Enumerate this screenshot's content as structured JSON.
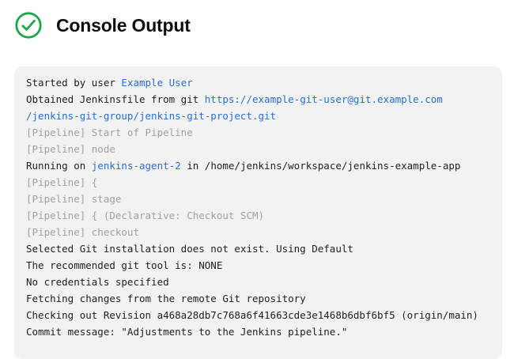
{
  "header": {
    "title": "Console Output",
    "status_icon": "success-check-icon"
  },
  "colors": {
    "success_green": "#1ea64b",
    "link_blue": "#2a6fd1",
    "muted_gray": "#9fa0a3",
    "text_dark": "#1f1f1f",
    "panel_bg": "#f2f2f2"
  },
  "console": {
    "lines": [
      [
        {
          "text": "Started by user ",
          "style": "plain"
        },
        {
          "text": "Example User",
          "style": "link"
        }
      ],
      [
        {
          "text": "Obtained Jenkinsfile from git ",
          "style": "plain"
        },
        {
          "text": "https://example-git-user@git.example.com",
          "style": "link"
        }
      ],
      [
        {
          "text": "/jenkins-git-group/jenkins-git-project.git",
          "style": "link"
        }
      ],
      [
        {
          "text": "[Pipeline] Start of Pipeline",
          "style": "muted"
        }
      ],
      [
        {
          "text": "[Pipeline] node",
          "style": "muted"
        }
      ],
      [
        {
          "text": "Running on ",
          "style": "plain"
        },
        {
          "text": "jenkins-agent-2",
          "style": "link"
        },
        {
          "text": " in /home/jenkins/workspace/jenkins-example-app",
          "style": "plain"
        }
      ],
      [
        {
          "text": "[Pipeline] {",
          "style": "muted"
        }
      ],
      [
        {
          "text": "[Pipeline] stage",
          "style": "muted"
        }
      ],
      [
        {
          "text": "[Pipeline] { (Declarative: Checkout SCM)",
          "style": "muted"
        }
      ],
      [
        {
          "text": "[Pipeline] checkout",
          "style": "muted"
        }
      ],
      [
        {
          "text": "Selected Git installation does not exist. Using Default",
          "style": "plain"
        }
      ],
      [
        {
          "text": "The recommended git tool is: NONE",
          "style": "plain"
        }
      ],
      [
        {
          "text": "No credentials specified",
          "style": "plain"
        }
      ],
      [
        {
          "text": "Fetching changes from the remote Git repository",
          "style": "plain"
        }
      ],
      [
        {
          "text": "Checking out Revision a468a28db7c768a6f41663cde3e1468b6dbf6bf5 (origin/main)",
          "style": "plain"
        }
      ],
      [
        {
          "text": "Commit message: \"Adjustments to the Jenkins pipeline.\"",
          "style": "plain"
        }
      ]
    ]
  }
}
